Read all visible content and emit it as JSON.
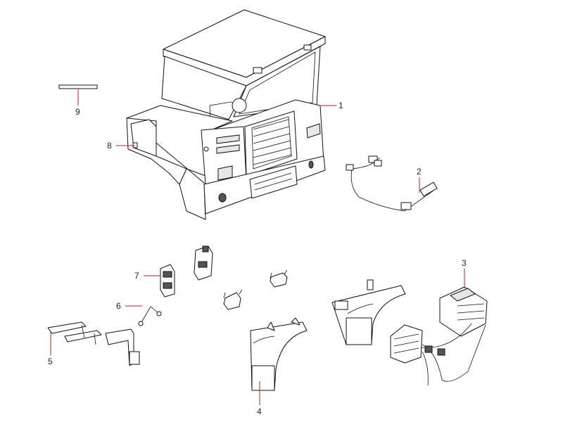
{
  "diagram": {
    "callouts": [
      {
        "id": "1",
        "label": "1"
      },
      {
        "id": "2",
        "label": "2"
      },
      {
        "id": "3",
        "label": "3"
      },
      {
        "id": "4",
        "label": "4"
      },
      {
        "id": "5",
        "label": "5"
      },
      {
        "id": "6",
        "label": "6"
      },
      {
        "id": "7",
        "label": "7"
      },
      {
        "id": "8",
        "label": "8"
      },
      {
        "id": "9",
        "label": "9"
      }
    ],
    "leader_color": "#cc1b1b",
    "line_color": "#111111"
  }
}
